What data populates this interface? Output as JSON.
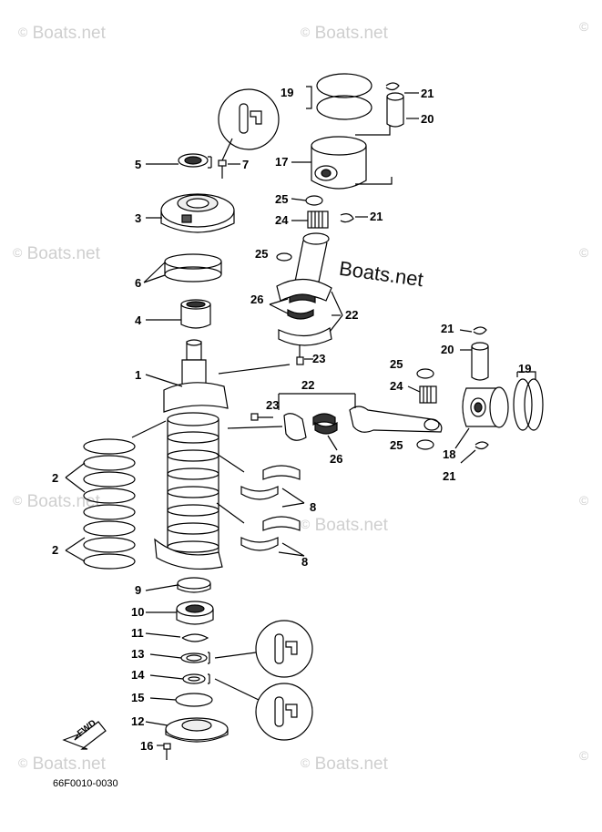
{
  "watermark": {
    "symbol": "©",
    "text": "Boats.net",
    "color": "#cfcfcf"
  },
  "center_watermark": "Boats.net",
  "diagram_id": "66F0010-0030",
  "fwd_label": "FWD",
  "callouts": {
    "c1": "1",
    "c2a": "2",
    "c2b": "2",
    "c3": "3",
    "c4": "4",
    "c5": "5",
    "c6": "6",
    "c7": "7",
    "c8a": "8",
    "c8b": "8",
    "c9": "9",
    "c10": "10",
    "c11": "11",
    "c12": "12",
    "c13": "13",
    "c14": "14",
    "c15": "15",
    "c16": "16",
    "c17": "17",
    "c18": "18",
    "c19a": "19",
    "c19b": "19",
    "c20a": "20",
    "c20b": "20",
    "c21a": "21",
    "c21b": "21",
    "c21c": "21",
    "c21d": "21",
    "c22a": "22",
    "c22b": "22",
    "c23a": "23",
    "c23b": "23",
    "c24a": "24",
    "c24b": "24",
    "c25a": "25",
    "c25b": "25",
    "c25c": "25",
    "c25d": "25",
    "c26a": "26",
    "c26b": "26"
  }
}
